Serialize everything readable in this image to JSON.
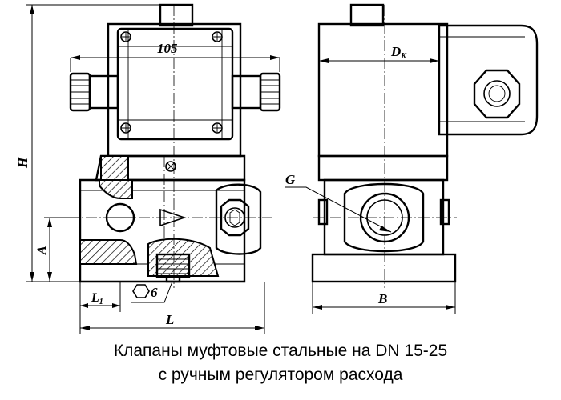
{
  "drawing": {
    "dimensions": {
      "width_105": "105",
      "height": "H",
      "axis_height": "A",
      "length": "L",
      "length_1": "L",
      "length_1_sub": "1",
      "hex_key": "6",
      "diameter": "D",
      "diameter_sub": "K",
      "thread": "G",
      "width_b": "B"
    }
  },
  "caption": {
    "line1": "Клапаны муфтовые стальные на DN 15-25",
    "line2": "с ручным регулятором расхода"
  }
}
